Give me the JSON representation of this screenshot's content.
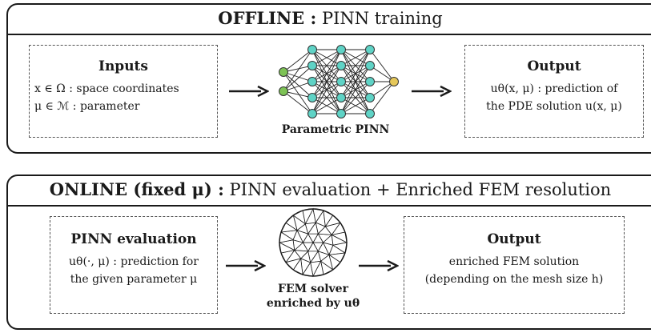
{
  "offline": {
    "title_bold": "OFFLINE :",
    "title_rest": "PINN training",
    "inputs": {
      "heading": "Inputs",
      "line1": "x ∈ Ω : space coordinates",
      "line2": "μ ∈ ℳ : parameter"
    },
    "network_caption": "Parametric PINN",
    "output": {
      "heading": "Output",
      "line1": "uθ(x, μ) : prediction of",
      "line2": "the PDE solution u(x, μ)"
    },
    "colors": {
      "input_node": "#7dc255",
      "hidden_node": "#5fd3c6",
      "output_node": "#e6c85a"
    }
  },
  "online": {
    "title_bold": "ONLINE (fixed μ) :",
    "title_rest": "PINN evaluation + Enriched FEM resolution",
    "pinn": {
      "heading": "PINN evaluation",
      "line1": "uθ(·, μ) : prediction for",
      "line2": "the given parameter μ"
    },
    "fem_caption_line1": "FEM solver",
    "fem_caption_line2": "enriched by uθ",
    "output": {
      "heading": "Output",
      "line1": "enriched FEM solution",
      "line2": "(depending on the mesh size h)"
    }
  }
}
